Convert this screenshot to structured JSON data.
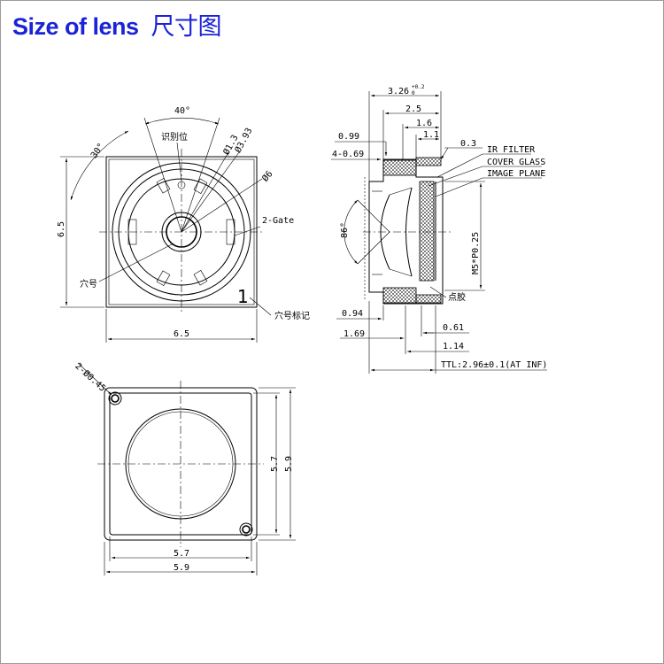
{
  "title": {
    "en": "Size of lens",
    "cn": "尺寸图"
  },
  "front_view": {
    "angle_40": "40°",
    "angle_30": "30°",
    "id_mark": "识别位",
    "dia_1_3": "Ø1.3",
    "dia_3_93": "Ø3.93",
    "dia_6": "Ø6",
    "gate": "2-Gate",
    "cavity": "穴号",
    "cavity_mark": "穴号标记",
    "cavity_number": "1",
    "height": "6.5",
    "width": "6.5"
  },
  "side_view": {
    "total": "3.26",
    "tol_upper": "+0.2",
    "tol_lower": "0",
    "d2_5": "2.5",
    "d1_6": "1.6",
    "d1_1": "1.1",
    "d0_99": "0.99",
    "d0_3": "0.3",
    "holes": "4-0.69",
    "ir_filter": "IR FILTER",
    "cover_glass": "COVER GLASS",
    "image_plane": "IMAGE PLANE",
    "fov": "86°",
    "thread": "M5*P0.25",
    "glue": "点胶",
    "d0_94": "0.94",
    "d0_61": "0.61",
    "d1_69": "1.69",
    "d1_14": "1.14",
    "ttl": "TTL:2.96±0.1(AT INF)"
  },
  "bottom_view": {
    "pins": "2-Ø0.45",
    "inner": "5.7",
    "outer": "5.9",
    "inner_h": "5.7",
    "outer_h": "5.9"
  }
}
